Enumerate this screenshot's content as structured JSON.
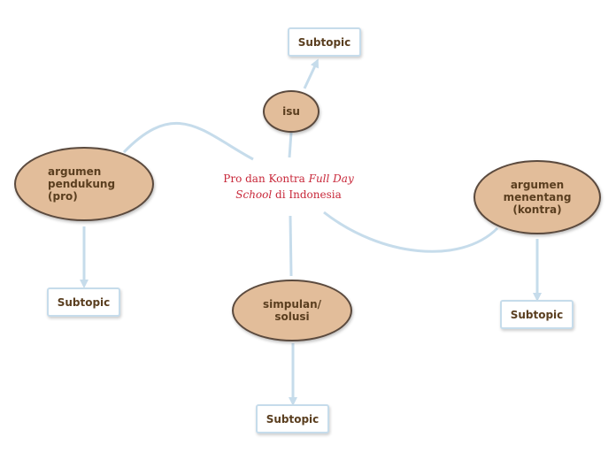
{
  "central": {
    "part1": "Pro dan Kontra ",
    "italic1": "Full Day",
    "italic2": "School",
    "part2": " di Indonesia"
  },
  "nodes": {
    "isu": "isu",
    "pendukung": "argumen\npendukung\n(pro)",
    "menentang": "argumen\nmenentang\n(kontra)",
    "simpulan": "simpulan/\nsolusi"
  },
  "subtopics": {
    "top": "Subtopic",
    "left": "Subtopic",
    "right": "Subtopic",
    "bottom": "Subtopic"
  },
  "colors": {
    "node_fill": "#e2bd9a",
    "node_border": "#5b4a3e",
    "link": "#c6dceb",
    "central_text": "#c8283a"
  }
}
